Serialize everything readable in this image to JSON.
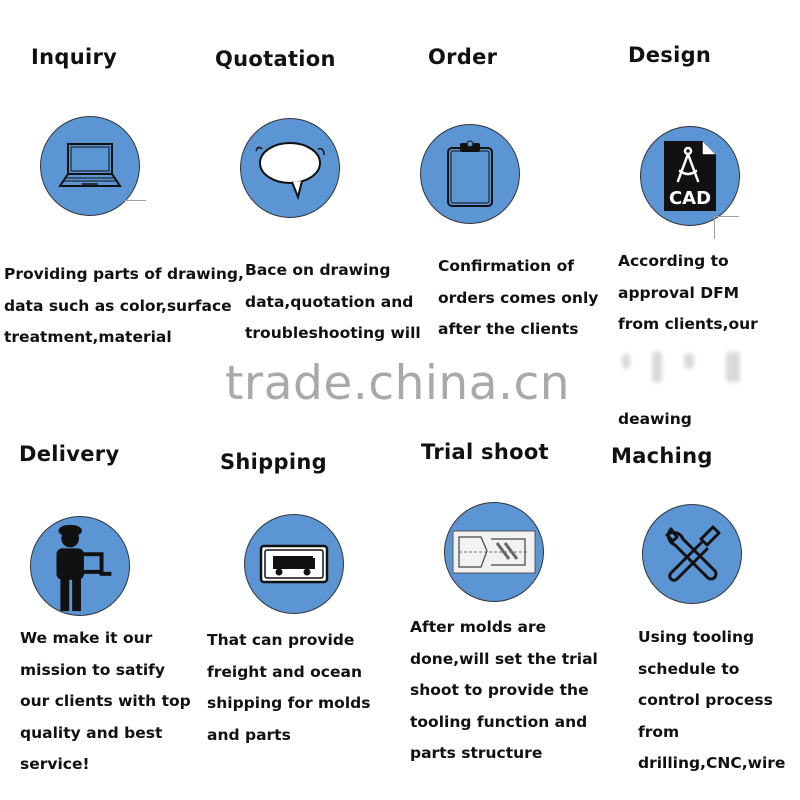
{
  "steps": [
    {
      "title": "Inquiry",
      "icon": "laptop-icon",
      "lines": [
        "Providing parts of drawing,",
        "data such as color,surface",
        "treatment,material"
      ]
    },
    {
      "title": "Quotation",
      "icon": "speech-bubble-icon",
      "lines": [
        "Bace on drawing",
        "data,quotation and",
        "troubleshooting will"
      ]
    },
    {
      "title": "Order",
      "icon": "clipboard-icon",
      "lines": [
        "Confirmation of",
        "orders comes only",
        "after the clients"
      ]
    },
    {
      "title": "Design",
      "icon": "cad-file-icon",
      "lines": [
        "According to",
        "approval DFM",
        "from clients,our",
        "deawing"
      ]
    },
    {
      "title": "Delivery",
      "icon": "delivery-man-icon",
      "lines": [
        "We make it our",
        "mission to satify",
        "our clients with top",
        "quality and best",
        "service!"
      ]
    },
    {
      "title": "Shipping",
      "icon": "truck-sign-icon",
      "lines": [
        "That can provide",
        "freight and ocean",
        "shipping for molds",
        "and parts"
      ]
    },
    {
      "title": "Trial shoot",
      "icon": "mold-drawing-icon",
      "lines": [
        "After molds are",
        "done,will set the trial",
        "shoot to provide the",
        "tooling function and",
        "parts structure"
      ]
    },
    {
      "title": "Maching",
      "icon": "tools-icon",
      "lines": [
        "Using tooling",
        "schedule to",
        "control process",
        "from",
        "drilling,CNC,wire"
      ]
    }
  ],
  "icon_texts": {
    "cad": "CAD"
  },
  "watermark": "trade.china.cn",
  "colors": {
    "circle_fill": "#5b95d3",
    "circle_stroke": "#33363a",
    "text": "#111111",
    "watermark": "#a9a9a9"
  }
}
